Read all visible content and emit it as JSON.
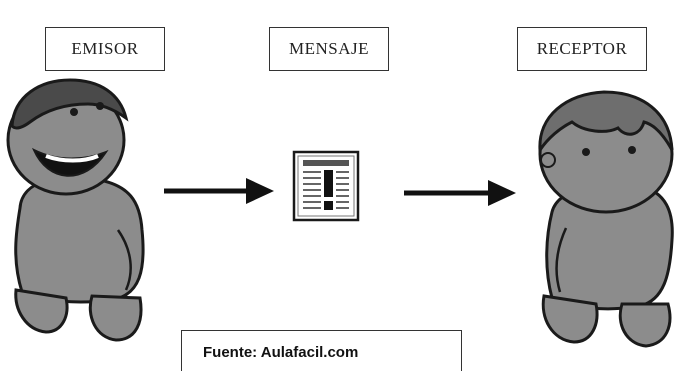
{
  "labels": {
    "emisor": "EMISOR",
    "mensaje": "MENSAJE",
    "receptor": "RECEPTOR"
  },
  "source": {
    "text": "Fuente: Aulafacil.com"
  },
  "icons": {
    "sender": "sender-person-icon",
    "arrow_1": "arrow-right-icon",
    "message": "message-document-icon",
    "arrow_2": "arrow-right-icon",
    "receiver": "receiver-person-icon"
  },
  "colors": {
    "figure_fill": "#8c8c8c",
    "figure_shadow": "#6e6e6e",
    "outline": "#1a1a1a",
    "arrow": "#111111",
    "hair": "#4a4a4a"
  }
}
